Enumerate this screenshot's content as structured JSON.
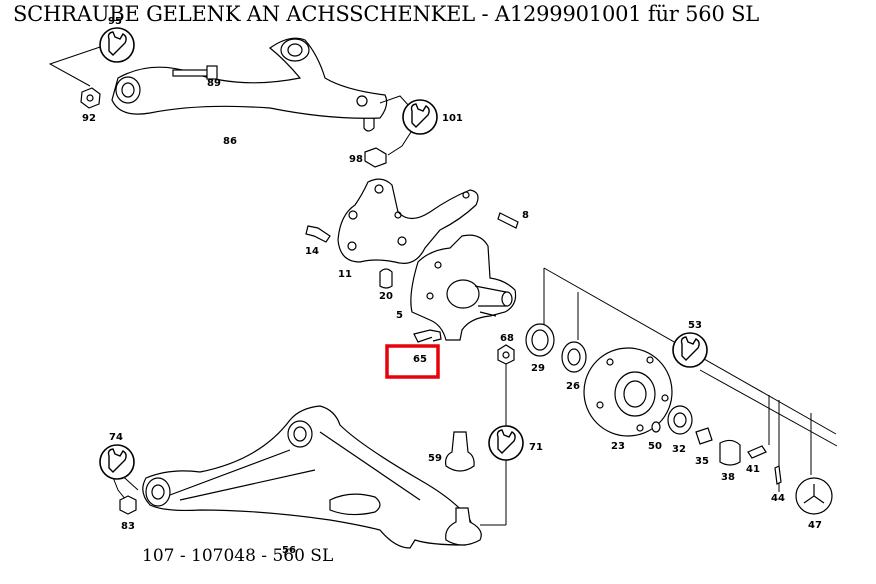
{
  "title": "SCHRAUBE GELENK AN ACHSSCHENKEL - A1299901001 für 560 SL",
  "footer": "107 - 107048 - 560 SL",
  "highlight": {
    "part": "65",
    "color": "#e8000b"
  },
  "parts": [
    {
      "id": "95",
      "text": "95"
    },
    {
      "id": "89",
      "text": "89"
    },
    {
      "id": "92",
      "text": "92"
    },
    {
      "id": "86",
      "text": "86"
    },
    {
      "id": "101",
      "text": "101"
    },
    {
      "id": "98",
      "text": "98"
    },
    {
      "id": "8",
      "text": "8"
    },
    {
      "id": "14",
      "text": "14"
    },
    {
      "id": "11",
      "text": "11"
    },
    {
      "id": "20",
      "text": "20"
    },
    {
      "id": "5",
      "text": "5"
    },
    {
      "id": "65",
      "text": "65"
    },
    {
      "id": "68",
      "text": "68"
    },
    {
      "id": "29",
      "text": "29"
    },
    {
      "id": "26",
      "text": "26"
    },
    {
      "id": "53",
      "text": "53"
    },
    {
      "id": "23",
      "text": "23"
    },
    {
      "id": "50",
      "text": "50"
    },
    {
      "id": "32",
      "text": "32"
    },
    {
      "id": "35",
      "text": "35"
    },
    {
      "id": "38",
      "text": "38"
    },
    {
      "id": "41",
      "text": "41"
    },
    {
      "id": "44",
      "text": "44"
    },
    {
      "id": "47",
      "text": "47"
    },
    {
      "id": "74",
      "text": "74"
    },
    {
      "id": "83",
      "text": "83"
    },
    {
      "id": "59",
      "text": "59"
    },
    {
      "id": "71",
      "text": "71"
    },
    {
      "id": "56",
      "text": "56"
    }
  ],
  "wrench_icons": [
    "95",
    "101",
    "53",
    "74",
    "71"
  ]
}
